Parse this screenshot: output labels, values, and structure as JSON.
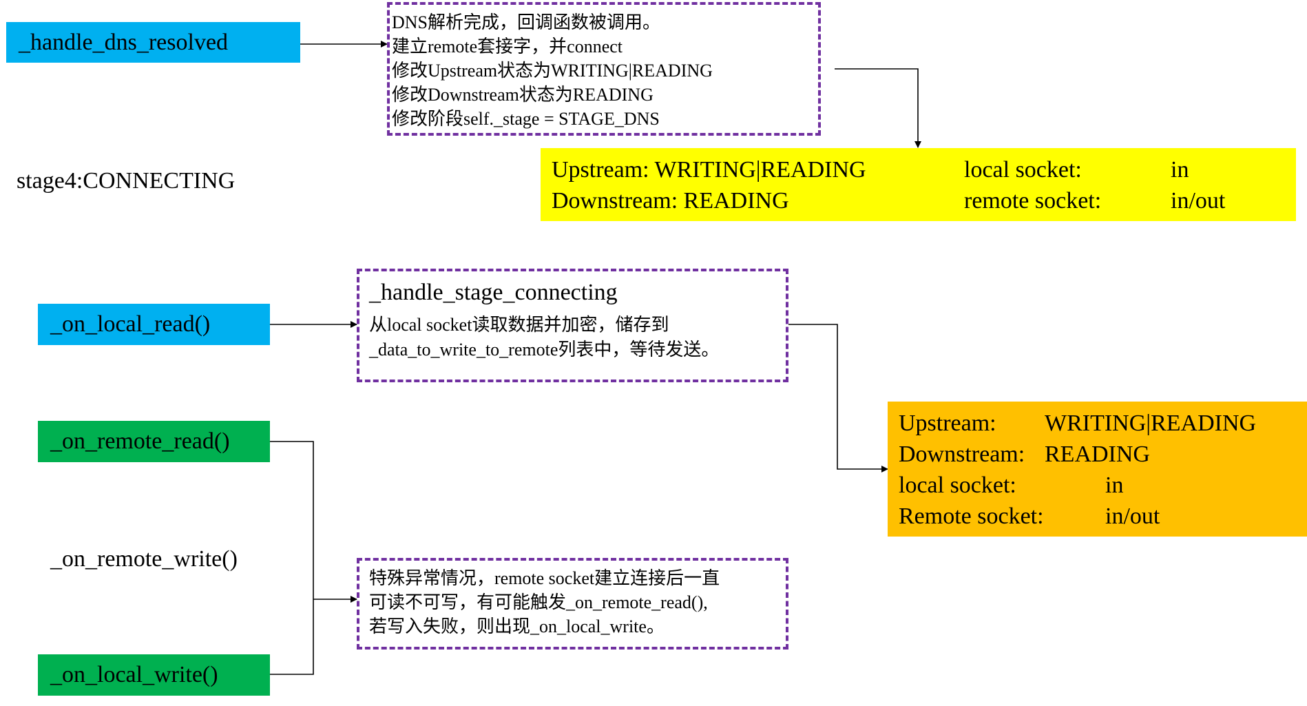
{
  "stage_label": "stage4:CONNECTING",
  "functions": {
    "handle_dns_resolved": "_handle_dns_resolved",
    "on_local_read": "_on_local_read()",
    "on_remote_read": "_on_remote_read()",
    "on_remote_write": "_on_remote_write()",
    "on_local_write": "_on_local_write()"
  },
  "notes": {
    "dns_resolved": [
      "DNS解析完成，回调函数被调用。",
      "建立remote套接字，并connect",
      "修改Upstream状态为WRITING|READING",
      "修改Downstream状态为READING",
      "修改阶段self._stage = STAGE_DNS"
    ],
    "stage_connecting": {
      "heading": "_handle_stage_connecting",
      "lines": [
        "从local socket读取数据并加密，储存到",
        "_data_to_write_to_remote列表中，等待发送。"
      ]
    },
    "exception": [
      "特殊异常情况，remote socket建立连接后一直",
      "可读不可写，有可能触发_on_remote_read(),",
      "若写入失败，则出现_on_local_write。"
    ]
  },
  "state_after_dns": {
    "upstream": "Upstream: WRITING|READING",
    "downstream": "Downstream: READING",
    "local_socket_label": "local socket:",
    "local_socket_value": "in",
    "remote_socket_label": "remote socket:",
    "remote_socket_value": "in/out"
  },
  "state_after_connecting": {
    "upstream_label": "Upstream:",
    "upstream_value": "WRITING|READING",
    "downstream_label": "Downstream:",
    "downstream_value": "READING",
    "local_socket_label": "local socket:",
    "local_socket_value": "in",
    "remote_socket_label": "Remote socket:",
    "remote_socket_value": "in/out"
  },
  "colors": {
    "blue_box": "#00b0f0",
    "green_box": "#00b050",
    "yellow_state": "#ffff00",
    "orange_state": "#ffc000",
    "dashed_border": "#7030a0"
  }
}
